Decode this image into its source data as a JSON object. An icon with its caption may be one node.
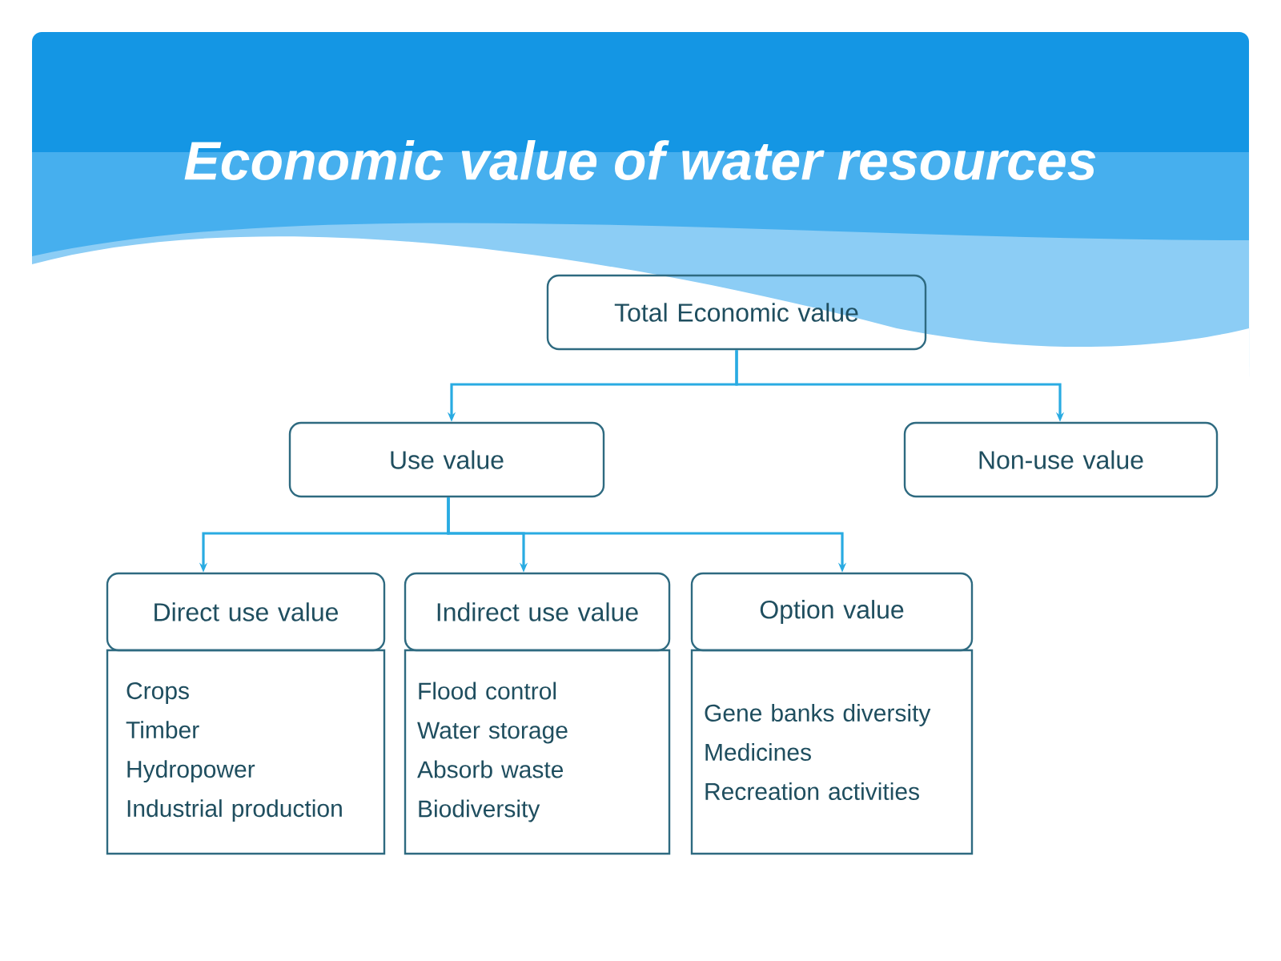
{
  "diagram": {
    "title": "Economic value of water resources",
    "nodes": [
      {
        "text": [
          "Total Economic value"
        ]
      },
      {
        "text": [
          "Use value"
        ]
      },
      {
        "text": [
          "Non-use value"
        ]
      },
      {
        "text": [
          "Direct use value"
        ]
      },
      {
        "text": [
          "Indirect use value"
        ]
      },
      {
        "text": [
          "Option value"
        ]
      },
      {
        "text": [
          "Crops",
          "Timber",
          "Hydropower",
          "Industrial production"
        ]
      },
      {
        "text": [
          "Flood control",
          "Water storage",
          "Absorb waste",
          "Biodiversity"
        ]
      },
      {
        "text": [
          "Gene banks diversity",
          "Medicines",
          "Recreation activities"
        ]
      }
    ],
    "edges": [
      {
        "from": 0,
        "to": 1,
        "arrow": "to"
      },
      {
        "from": 0,
        "to": 2,
        "arrow": "to"
      },
      {
        "from": 1,
        "to": 3,
        "arrow": "to"
      },
      {
        "from": 1,
        "to": 4,
        "arrow": "to"
      },
      {
        "from": 1,
        "to": 5,
        "arrow": "to"
      }
    ]
  }
}
